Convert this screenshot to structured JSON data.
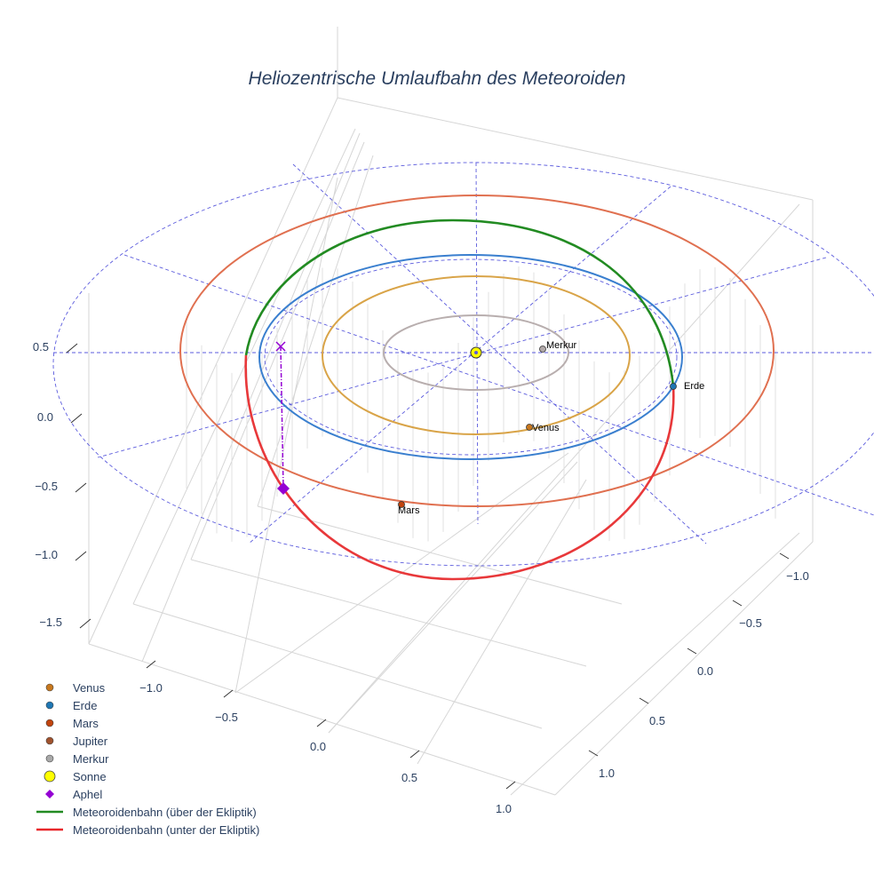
{
  "chart_data": {
    "type": "scatter3d",
    "title": "Heliozentrische Umlaufbahn des Meteoroiden",
    "x_ticks": [
      "−1.0",
      "−0.5",
      "0.0",
      "0.5",
      "1.0"
    ],
    "y_ticks": [
      "−1.0",
      "−0.5",
      "0.0",
      "0.5",
      "1.0"
    ],
    "z_ticks": [
      "0.5",
      "0.0",
      "−0.5",
      "−1.0",
      "−1.5"
    ],
    "planet_labels": {
      "merkur": "Merkur",
      "venus": "Venus",
      "erde": "Erde",
      "mars": "Mars"
    },
    "legend": [
      {
        "label": "Venus",
        "kind": "dot",
        "color": "#c8781e"
      },
      {
        "label": "Erde",
        "kind": "dot",
        "color": "#1f77b4"
      },
      {
        "label": "Mars",
        "kind": "dot",
        "color": "#c1440e"
      },
      {
        "label": "Jupiter",
        "kind": "dot",
        "color": "#a0522d"
      },
      {
        "label": "Merkur",
        "kind": "dot",
        "color": "#a9a9a9"
      },
      {
        "label": "Sonne",
        "kind": "sun",
        "color": "#ffff00"
      },
      {
        "label": "Aphel",
        "kind": "diamond",
        "color": "#9400d3"
      },
      {
        "label": "Meteoroidenbahn (über der Ekliptik)",
        "kind": "line",
        "color": "#228b22"
      },
      {
        "label": "Meteoroidenbahn (unter der Ekliptik)",
        "kind": "line",
        "color": "#e8272a"
      }
    ]
  }
}
